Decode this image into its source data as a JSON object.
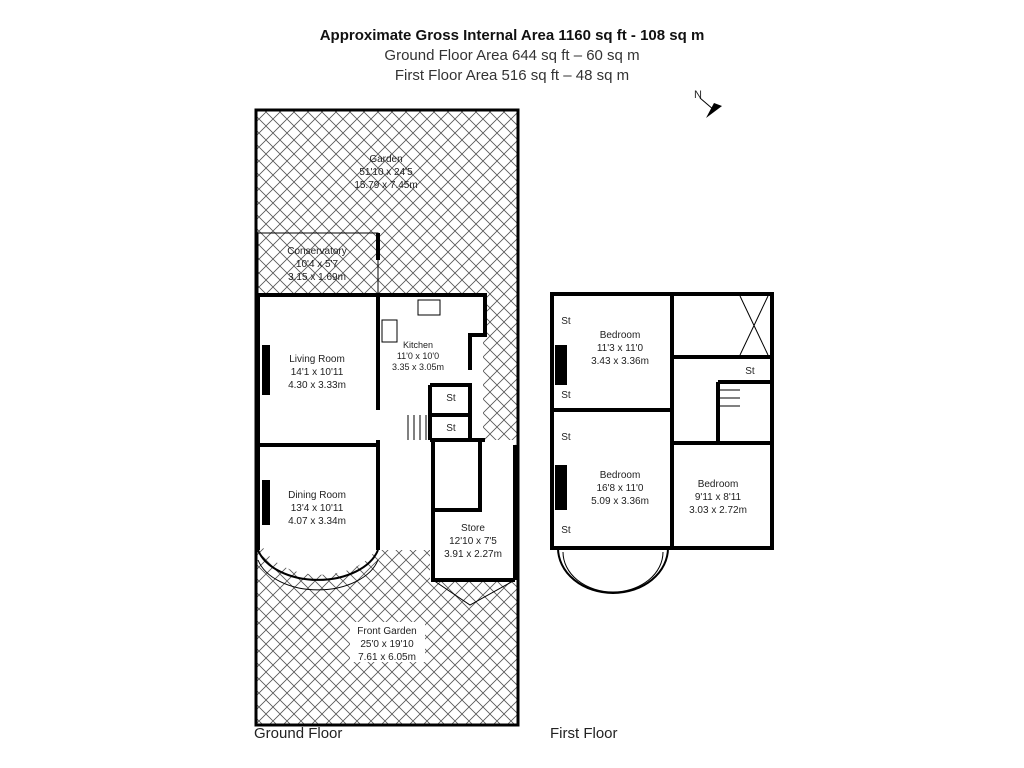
{
  "header": {
    "gross_area": "Approximate Gross Internal Area 1160 sq ft - 108 sq m",
    "ground_area": "Ground Floor Area 644 sq ft – 60 sq m",
    "first_area": "First Floor Area 516 sq ft – 48 sq m"
  },
  "compass": {
    "label": "N"
  },
  "ground_floor": {
    "label": "Ground Floor",
    "rooms": [
      {
        "name": "Garden",
        "imperial": "51'10 x 24'5",
        "metric": "15.79 x 7.45m"
      },
      {
        "name": "Conservatory",
        "imperial": "10'4 x 5'7",
        "metric": "3.15 x 1.69m"
      },
      {
        "name": "Kitchen",
        "imperial": "11'0 x 10'0",
        "metric": "3.35 x 3.05m"
      },
      {
        "name": "Living Room",
        "imperial": "14'1 x 10'11",
        "metric": "4.30 x 3.33m"
      },
      {
        "name": "Dining Room",
        "imperial": "13'4 x 10'11",
        "metric": "4.07 x 3.34m"
      },
      {
        "name": "Store",
        "imperial": "12'10 x 7'5",
        "metric": "3.91 x 2.27m"
      },
      {
        "name": "Front Garden",
        "imperial": "25'0 x 19'10",
        "metric": "7.61 x 6.05m"
      }
    ],
    "storage": [
      "St",
      "St"
    ]
  },
  "first_floor": {
    "label": "First Floor",
    "rooms": [
      {
        "name": "Bedroom",
        "imperial": "11'3 x 11'0",
        "metric": "3.43 x 3.36m"
      },
      {
        "name": "Bedroom",
        "imperial": "16'8 x 11'0",
        "metric": "5.09 x 3.36m"
      },
      {
        "name": "Bedroom",
        "imperial": "9'11 x 8'11",
        "metric": "3.03 x 2.72m"
      }
    ],
    "storage": [
      "St",
      "St",
      "St",
      "St",
      "St"
    ]
  }
}
